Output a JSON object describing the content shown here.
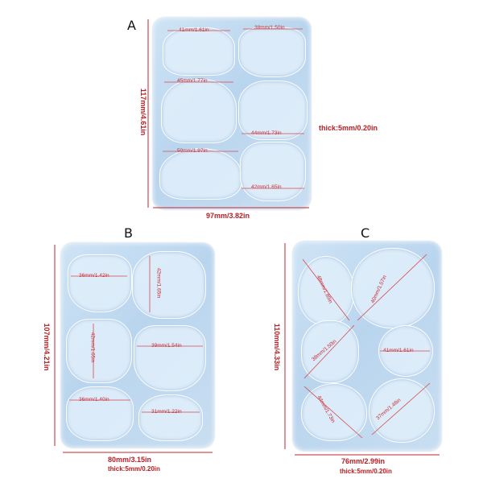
{
  "mold_a": {
    "label": "A",
    "height": "117mm/4.61in",
    "width": "97mm/3.82in",
    "thick": "thick:5mm/0.20in",
    "cavities": [
      "41mm/1.61in",
      "38mm/1.50in",
      "45mm/1.77in",
      "44mm/1.73in",
      "50mm/1.97in",
      "42mm/1.65in"
    ]
  },
  "mold_b": {
    "label": "B",
    "height": "107mm/4.21in",
    "width": "80mm/3.15in",
    "thick": "thick:5mm/0.20in",
    "cavities": [
      "36mm/1.42in",
      "42mm/1.65in",
      "42mm/1.65in",
      "39mm/1.54in",
      "36mm/1.40in",
      "31mm/1.22in"
    ]
  },
  "mold_c": {
    "label": "C",
    "height": "110mm/4.33in",
    "width": "76mm/2.99in",
    "thick": "thick:5mm/0.20in",
    "cavities": [
      "48mm/1.89in",
      "40mm/1.57in",
      "38mm/1.50in",
      "41mm/1.61in",
      "44mm/1.73in",
      "37mm/1.46in"
    ]
  },
  "colors": {
    "dimension": "#b81d24",
    "mold": "#c3dbf0"
  }
}
